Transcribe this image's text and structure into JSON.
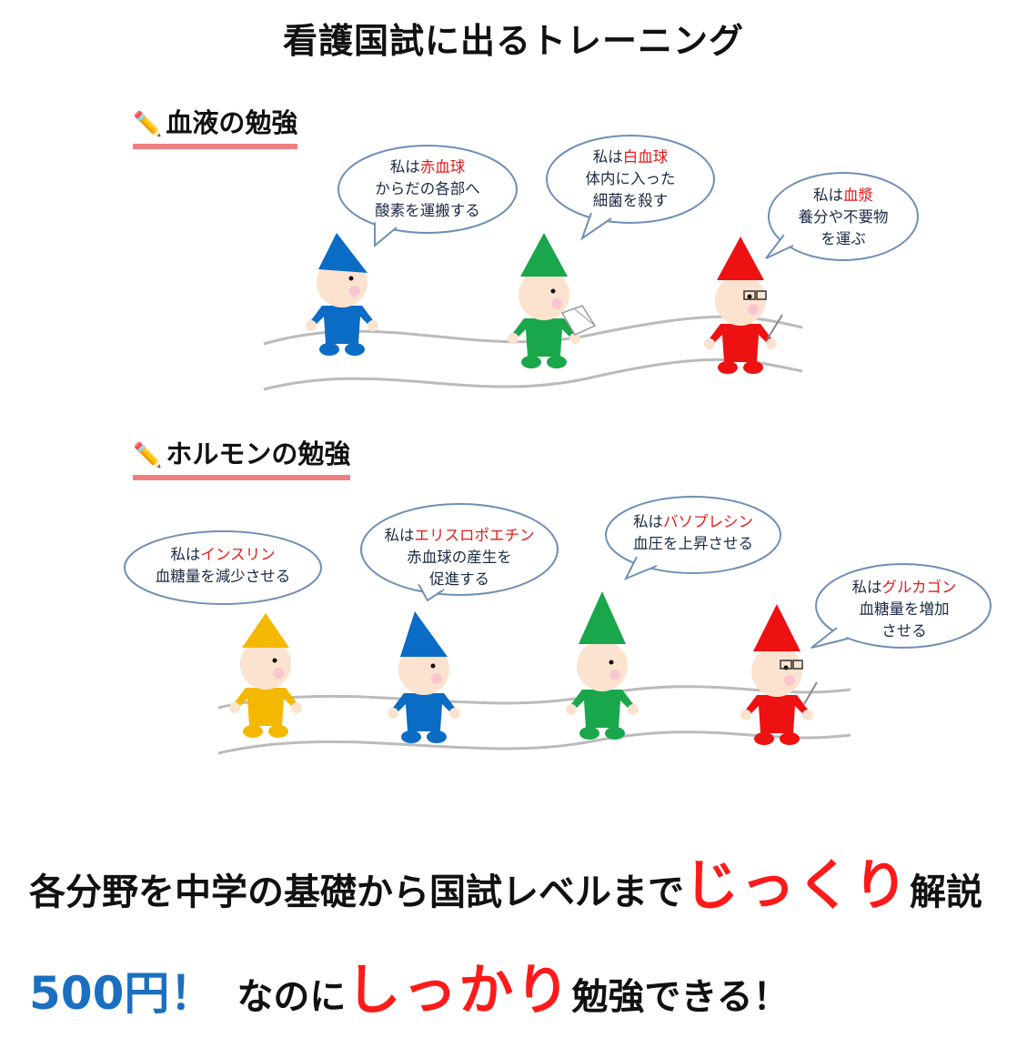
{
  "title": "看護国試に出るトレーニング",
  "sections": [
    {
      "heading": "血液の勉強",
      "bubbles": [
        {
          "pre": "私は",
          "hl": "赤血球",
          "lines": [
            "からだの各部へ",
            "酸素を運搬する"
          ]
        },
        {
          "pre": "私は",
          "hl": "白血球",
          "lines": [
            "体内に入った",
            "細菌を殺す"
          ]
        },
        {
          "pre": "私は",
          "hl": "血漿",
          "lines": [
            "養分や不要物",
            "を運ぶ"
          ]
        }
      ]
    },
    {
      "heading": "ホルモンの勉強",
      "bubbles": [
        {
          "pre": "私は",
          "hl": "インスリン",
          "lines": [
            "血糖量を減少させる"
          ]
        },
        {
          "pre": "私は",
          "hl": "エリスロポエチン",
          "lines": [
            "赤血球の産生を",
            "促進する"
          ]
        },
        {
          "pre": "私は",
          "hl": "バソプレシン",
          "lines": [
            "血圧を上昇させる"
          ]
        },
        {
          "pre": "私は",
          "hl": "グルカゴン",
          "lines": [
            "血糖量を増加",
            "させる"
          ]
        }
      ]
    }
  ],
  "bottom": {
    "line1_pre": "各分野を中学の基礎から国試レベルまで",
    "line1_emph": "じっくり",
    "line1_post": "解説",
    "price": "500円！",
    "line2_pre": "なのに",
    "line2_emph": "しっかり",
    "line2_post": "勉強できる！"
  },
  "colors": {
    "blue": "#0a6cc4",
    "green": "#1aa64a",
    "red": "#ee1111",
    "yellow": "#f5b800",
    "underline": "#f08080",
    "bubble_border": "#6f8fb5"
  },
  "icons": [
    "pencil-icon"
  ]
}
